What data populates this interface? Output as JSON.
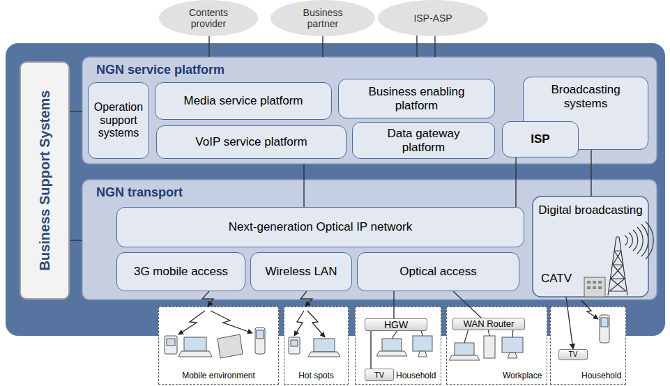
{
  "diagram": {
    "nodes": [
      {
        "text": [
          "Contents provider"
        ]
      },
      {
        "text": [
          "Business partner"
        ]
      },
      {
        "text": [
          "ISP-ASP"
        ]
      },
      {
        "text": [
          "Business Support Systems"
        ]
      },
      {
        "text": [
          "NGN service platform"
        ]
      },
      {
        "text": [
          "Operation support systems"
        ],
        "in": 4
      },
      {
        "text": [
          "Media service platform"
        ],
        "in": 4
      },
      {
        "text": [
          "Business enabling platform"
        ],
        "in": 4
      },
      {
        "text": [
          "Broadcasting systems"
        ],
        "in": 4
      },
      {
        "text": [
          "VoIP service platform"
        ],
        "in": 4
      },
      {
        "text": [
          "Data gateway platform"
        ],
        "in": 4
      },
      {
        "text": [
          "ISP"
        ],
        "in": 4
      },
      {
        "text": [
          "NGN transport"
        ]
      },
      {
        "text": [
          "Next-generation Optical IP network"
        ],
        "in": 12
      },
      {
        "text": [
          "Digital broadcasting",
          "CATV"
        ],
        "in": 12
      },
      {
        "text": [
          "3G mobile access"
        ],
        "in": 12
      },
      {
        "text": [
          "Wireless LAN"
        ],
        "in": 12
      },
      {
        "text": [
          "Optical access"
        ],
        "in": 12
      },
      {
        "text": [
          "Mobile environment"
        ]
      },
      {
        "text": [
          "Hot spots"
        ]
      },
      {
        "text": [
          "Household"
        ]
      },
      {
        "text": [
          "HGW"
        ],
        "in": 20
      },
      {
        "text": [
          "TV"
        ],
        "in": 20
      },
      {
        "text": [
          "Workplace"
        ]
      },
      {
        "text": [
          "WAN Router"
        ],
        "in": 23
      },
      {
        "text": [
          "Household"
        ]
      },
      {
        "text": [
          "TV"
        ],
        "in": 25
      }
    ],
    "edges": [
      {
        "from": 0,
        "to": 4,
        "arrow": "none"
      },
      {
        "from": 1,
        "to": 4,
        "arrow": "none"
      },
      {
        "from": 2,
        "to": 4,
        "arrow": "none"
      },
      {
        "from": 2,
        "to": 4,
        "arrow": "none"
      },
      {
        "from": 3,
        "to": 4,
        "arrow": "none"
      },
      {
        "from": 3,
        "to": 12,
        "arrow": "none"
      },
      {
        "from": 4,
        "to": 13,
        "arrow": "none"
      },
      {
        "from": 11,
        "to": 13,
        "arrow": "none"
      },
      {
        "from": 8,
        "to": 14,
        "arrow": "none"
      },
      {
        "from": 15,
        "to": 18,
        "arrow": "to"
      },
      {
        "from": 16,
        "to": 19,
        "arrow": "to"
      },
      {
        "from": 17,
        "to": 21,
        "arrow": "none"
      },
      {
        "from": 17,
        "to": 24,
        "arrow": "none"
      },
      {
        "from": 14,
        "to": 26,
        "arrow": "to"
      },
      {
        "from": 21,
        "to": 22,
        "arrow": "none"
      }
    ]
  }
}
